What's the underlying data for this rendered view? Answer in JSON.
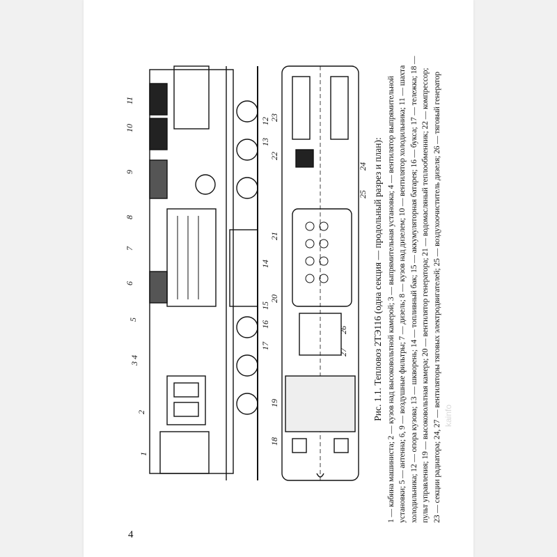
{
  "figure": {
    "title": "Рис. 1.1. Тепловоз 2ТЭ116 (одна секция — продольный разрез и план):",
    "legend_lines": [
      "1 — кабина машиниста; 2 — кузов над высоковольтной камерой; 3 — выпрямительная установка; 4 — вентилятор выпрямительной",
      "установки; 5 — антенна; 6, 9 — воздушные фильтры; 7 — дизель; 8 — кузов над дизелем; 10 — вентилятор холодильника; 11 — шахта",
      "холодильника; 12 — опора кузова; 13 — шкворень; 14 — топливный бак; 15 — аккумуляторная батарея; 16 — букса; 17 — тележка; 18 —",
      "пульт управления; 19 — высоковольтная камера; 20 — вентилятор генератора; 21 — водомасляный теплообменник; 22 — компрессор;",
      "23 — секции радиатора; 24, 27 — вентиляторы тяговых электродвигателей; 25 — воздухоочиститель дизеля; 26 — тяговый генератор"
    ],
    "callouts": [
      "11",
      "10",
      "9",
      "8",
      "7",
      "6",
      "5",
      "3 4",
      "2",
      "1",
      "12",
      "13",
      "14",
      "15",
      "16",
      "17",
      "23",
      "22",
      "24",
      "25",
      "21",
      "20",
      "26",
      "27",
      "19",
      "18"
    ]
  },
  "page_number": "4",
  "watermark": "kainfo"
}
